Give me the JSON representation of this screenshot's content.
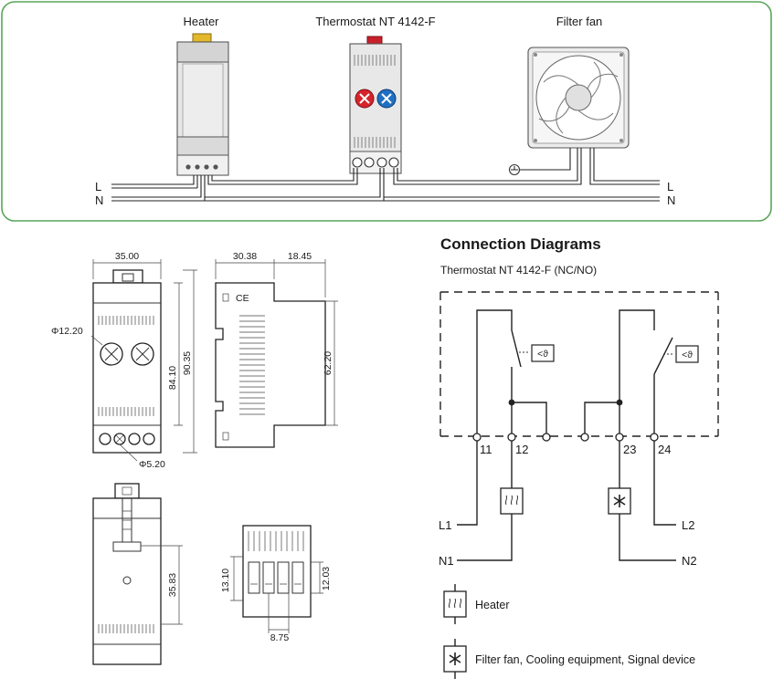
{
  "wiring": {
    "heater_label": "Heater",
    "thermostat_label": "Thermostat NT 4142-F",
    "fan_label": "Filter fan",
    "left_L": "L",
    "left_N": "N",
    "right_L": "L",
    "right_N": "N",
    "border_color": "#5aa55a"
  },
  "dimensions": {
    "width": "35.00",
    "side_a": "30.38",
    "side_b": "18.45",
    "knob_dia": "Φ12.20",
    "terminal_dia": "Φ5.20",
    "inner_height": "84.10",
    "outer_height": "90.35",
    "side_height": "62.20",
    "back_height": "35.83",
    "terminal_h1": "13.10",
    "terminal_h2": "12.03",
    "terminal_pitch": "8.75"
  },
  "connection": {
    "title": "Connection Diagrams",
    "subtitle": "Thermostat NT 4142-F (NC/NO)",
    "t11": "11",
    "t12": "12",
    "t23": "23",
    "t24": "24",
    "L1": "L1",
    "L2": "L2",
    "N1": "N1",
    "N2": "N2",
    "legend_heater": "Heater",
    "legend_fan": "Filter fan, Cooling equipment, Signal device"
  }
}
